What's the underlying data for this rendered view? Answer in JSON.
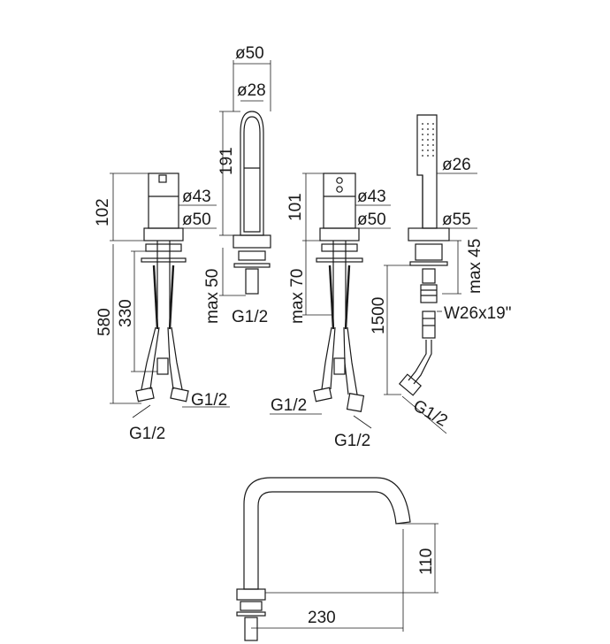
{
  "diagram": {
    "labels": {
      "d50_top": "ø50",
      "d28": "ø28",
      "h191": "191",
      "max50": "max 50",
      "g12_spout": "G1/2",
      "h102": "102",
      "d43_left": "ø43",
      "d50_left": "ø50",
      "h330": "330",
      "h580": "580",
      "g12_left_a": "G1/2",
      "g12_left_b": "G1/2",
      "h101": "101",
      "d43_mid": "ø43",
      "d50_mid": "ø50",
      "max70": "max 70",
      "g12_mid_a": "G1/2",
      "g12_mid_b": "G1/2",
      "d26": "ø26",
      "d55": "ø55",
      "max45": "max 45",
      "w26": "W26x19\"",
      "h1500": "1500",
      "g12_shower": "G1/2",
      "h110": "110",
      "w230": "230"
    }
  }
}
